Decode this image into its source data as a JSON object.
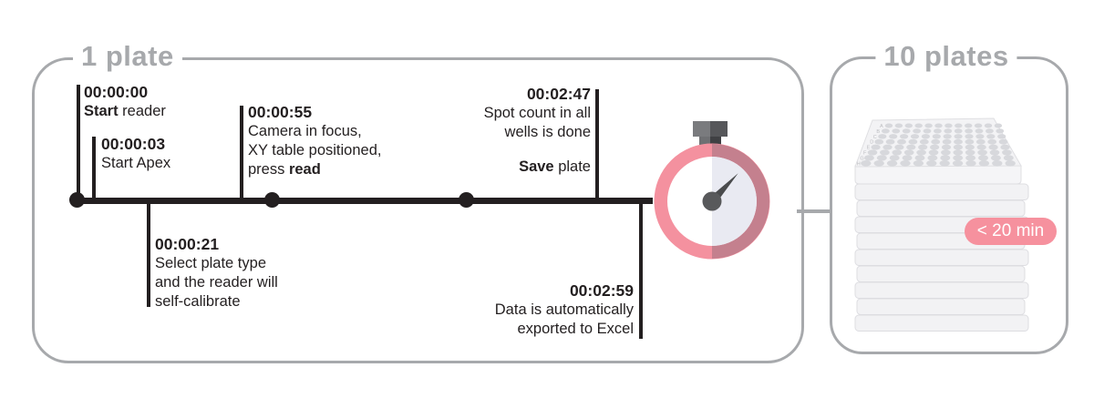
{
  "panels": {
    "left_title": "1 plate",
    "right_title": "10 plates"
  },
  "timeline": {
    "events": [
      {
        "time": "00:00:00",
        "desc_bold": "Start",
        "desc_rest": " reader"
      },
      {
        "time": "00:00:03",
        "desc": "Start Apex"
      },
      {
        "time": "00:00:55",
        "lines": [
          "Camera in focus,",
          "XY table positioned,"
        ],
        "tail_pre": "press ",
        "tail_bold": "read"
      },
      {
        "time": "00:02:47",
        "lines": [
          "Spot count in all",
          "wells is done"
        ],
        "action_bold": "Save",
        "action_rest": " plate"
      },
      {
        "time": "00:00:21",
        "lines": [
          "Select plate type",
          "and the reader will",
          "self-calibrate"
        ]
      },
      {
        "time": "00:02:59",
        "lines": [
          "Data is automatically",
          "exported to Excel"
        ]
      }
    ]
  },
  "badge": {
    "label": "< 20 min"
  },
  "plate": {
    "count": 10,
    "rows": 8,
    "cols": 12,
    "row_labels": [
      "A",
      "B",
      "C",
      "D",
      "E",
      "F",
      "G",
      "H"
    ]
  },
  "colors": {
    "timeline_black": "#231f20",
    "border_gray": "#a7a9ac",
    "pink_light": "#f4919f",
    "pink_dark": "#c4808e",
    "face_gray": "#e9eaf2",
    "metal_gray": "#58595b"
  }
}
